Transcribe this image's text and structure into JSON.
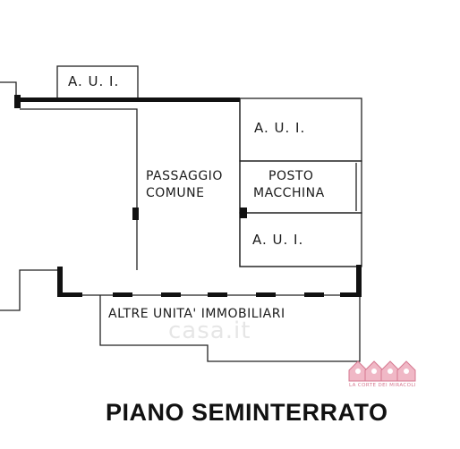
{
  "labels": {
    "aui_top": "A. U. I.",
    "aui_right_top": "A.   U.   I.",
    "passaggio_line1": "PASSAGGIO",
    "passaggio_line2": "COMUNE",
    "posto_line1": "POSTO",
    "posto_line2": "MACCHINA",
    "aui_right_bottom": "A.   U.   I.",
    "altre_unita": "ALTRE UNITA' IMMOBILIARI"
  },
  "title": "PIANO SEMINTERRATO",
  "logo": {
    "text": "LA CORTE DEI MIRACOLI",
    "color": "#e08aa0"
  },
  "watermark": "casa.it"
}
